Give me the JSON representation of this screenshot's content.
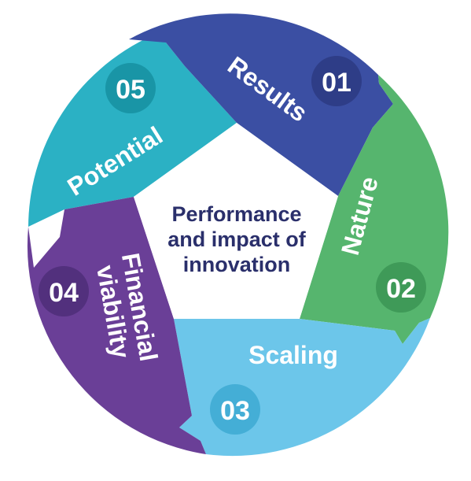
{
  "diagram": {
    "center": {
      "lines": [
        "Performance",
        "and impact of",
        "innovation"
      ],
      "color": "#2a2f6b"
    },
    "steps": [
      {
        "number": "01",
        "label": "Results",
        "color": "#3b4fa3",
        "badge_color": "#2e3d87"
      },
      {
        "number": "02",
        "label": "Nature",
        "color": "#56b56e",
        "badge_color": "#3f9a58"
      },
      {
        "number": "03",
        "label": "Scaling",
        "color": "#6cc6ea",
        "badge_color": "#44aed6"
      },
      {
        "number": "04",
        "label_lines": [
          "Financial",
          "viability"
        ],
        "color": "#6a3f97",
        "badge_color": "#52307d"
      },
      {
        "number": "05",
        "label": "Potential",
        "color": "#2bb1c4",
        "badge_color": "#1995a6"
      }
    ]
  }
}
